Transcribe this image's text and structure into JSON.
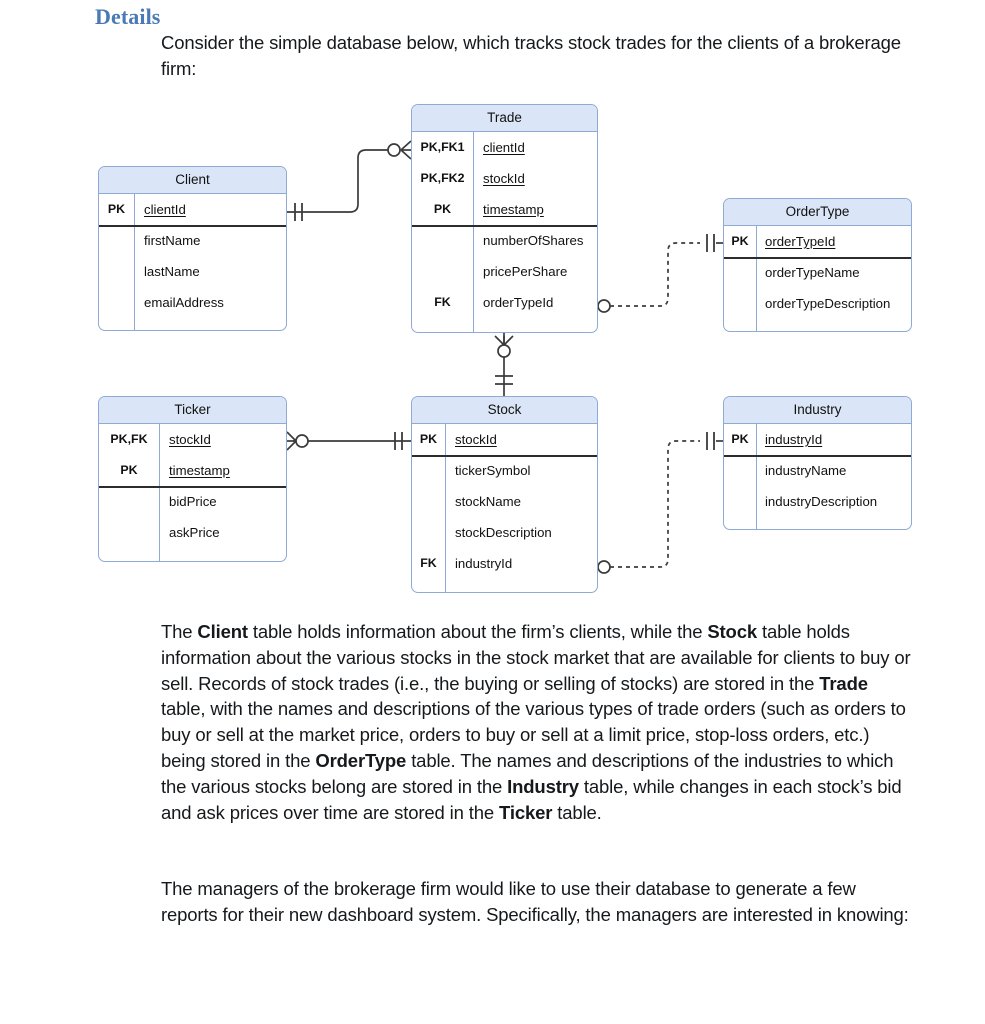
{
  "heading": "Details",
  "intro_paragraph": "Consider the simple database below, which tracks stock trades for the clients of a brokerage firm:",
  "description_paragraph_html": "The <b>Client</b> table holds information about the firm’s clients, while the <b>Stock</b> table holds information about the various stocks in the stock market that are available for clients to buy or sell. Records of stock trades (i.e., the buying or selling of stocks) are stored in the <b>Trade</b> table, with the names and descriptions of the various types of trade orders (such as orders to buy or sell at the market price, orders to buy or sell at a limit price, stop-loss orders, etc.) being stored in the <b>OrderType</b> table. The names and descriptions of the industries to which the various stocks belong are stored in the <b>Industry</b> table, while changes in each stock’s bid and ask prices over time are stored in the <b>Ticker</b> table.",
  "reports_paragraph": "The managers of the brokerage firm would like to use their database to generate a few reports for their new dashboard system. Specifically, the managers are interested in knowing:",
  "colors": {
    "heading": "#4a7ab5",
    "table_header_fill": "#dae6f7",
    "table_border": "#8faad4",
    "key_separator": "#2c2c2c",
    "connector": "#3b3b3b",
    "text": "#16191c"
  },
  "diagram": {
    "type": "entity-relationship-diagram",
    "notation": "crow's foot (IE)",
    "tables": [
      {
        "id": "client",
        "name": "Client",
        "key_fields": [
          {
            "key": "PK",
            "name": "clientId",
            "underline": true
          }
        ],
        "fields": [
          {
            "key": "",
            "name": "firstName",
            "underline": false
          },
          {
            "key": "",
            "name": "lastName",
            "underline": false
          },
          {
            "key": "",
            "name": "emailAddress",
            "underline": false
          }
        ]
      },
      {
        "id": "trade",
        "name": "Trade",
        "key_fields": [
          {
            "key": "PK,FK1",
            "name": "clientId",
            "underline": true
          },
          {
            "key": "PK,FK2",
            "name": "stockId",
            "underline": true
          },
          {
            "key": "PK",
            "name": "timestamp",
            "underline": true
          }
        ],
        "fields": [
          {
            "key": "",
            "name": "numberOfShares",
            "underline": false
          },
          {
            "key": "",
            "name": "pricePerShare",
            "underline": false
          },
          {
            "key": "FK",
            "name": "orderTypeId",
            "underline": false
          }
        ]
      },
      {
        "id": "ordertype",
        "name": "OrderType",
        "key_fields": [
          {
            "key": "PK",
            "name": "orderTypeId",
            "underline": true
          }
        ],
        "fields": [
          {
            "key": "",
            "name": "orderTypeName",
            "underline": false
          },
          {
            "key": "",
            "name": "orderTypeDescription",
            "underline": false
          }
        ]
      },
      {
        "id": "ticker",
        "name": "Ticker",
        "key_fields": [
          {
            "key": "PK,FK",
            "name": "stockId",
            "underline": true
          },
          {
            "key": "PK",
            "name": "timestamp",
            "underline": true
          }
        ],
        "fields": [
          {
            "key": "",
            "name": "bidPrice",
            "underline": false
          },
          {
            "key": "",
            "name": "askPrice",
            "underline": false
          }
        ]
      },
      {
        "id": "stock",
        "name": "Stock",
        "key_fields": [
          {
            "key": "PK",
            "name": "stockId",
            "underline": true
          }
        ],
        "fields": [
          {
            "key": "",
            "name": "tickerSymbol",
            "underline": false
          },
          {
            "key": "",
            "name": "stockName",
            "underline": false
          },
          {
            "key": "",
            "name": "stockDescription",
            "underline": false
          },
          {
            "key": "FK",
            "name": "industryId",
            "underline": false
          }
        ]
      },
      {
        "id": "industry",
        "name": "Industry",
        "key_fields": [
          {
            "key": "PK",
            "name": "industryId",
            "underline": true
          }
        ],
        "fields": [
          {
            "key": "",
            "name": "industryName",
            "underline": false
          },
          {
            "key": "",
            "name": "industryDescription",
            "underline": false
          }
        ]
      }
    ],
    "relationships": [
      {
        "from": "Client",
        "to": "Trade",
        "line": "solid",
        "from_cardinality": "one-and-only-one",
        "to_cardinality": "zero-or-many"
      },
      {
        "from": "Stock",
        "to": "Trade",
        "line": "solid",
        "from_cardinality": "one-and-only-one",
        "to_cardinality": "zero-or-many"
      },
      {
        "from": "Stock",
        "to": "Ticker",
        "line": "solid",
        "from_cardinality": "one-and-only-one",
        "to_cardinality": "zero-or-many"
      },
      {
        "from": "OrderType",
        "to": "Trade",
        "line": "dashed",
        "from_cardinality": "one-and-only-one",
        "to_cardinality": "zero-or-many"
      },
      {
        "from": "Industry",
        "to": "Stock",
        "line": "dashed",
        "from_cardinality": "one-and-only-one",
        "to_cardinality": "zero-or-many"
      }
    ]
  }
}
